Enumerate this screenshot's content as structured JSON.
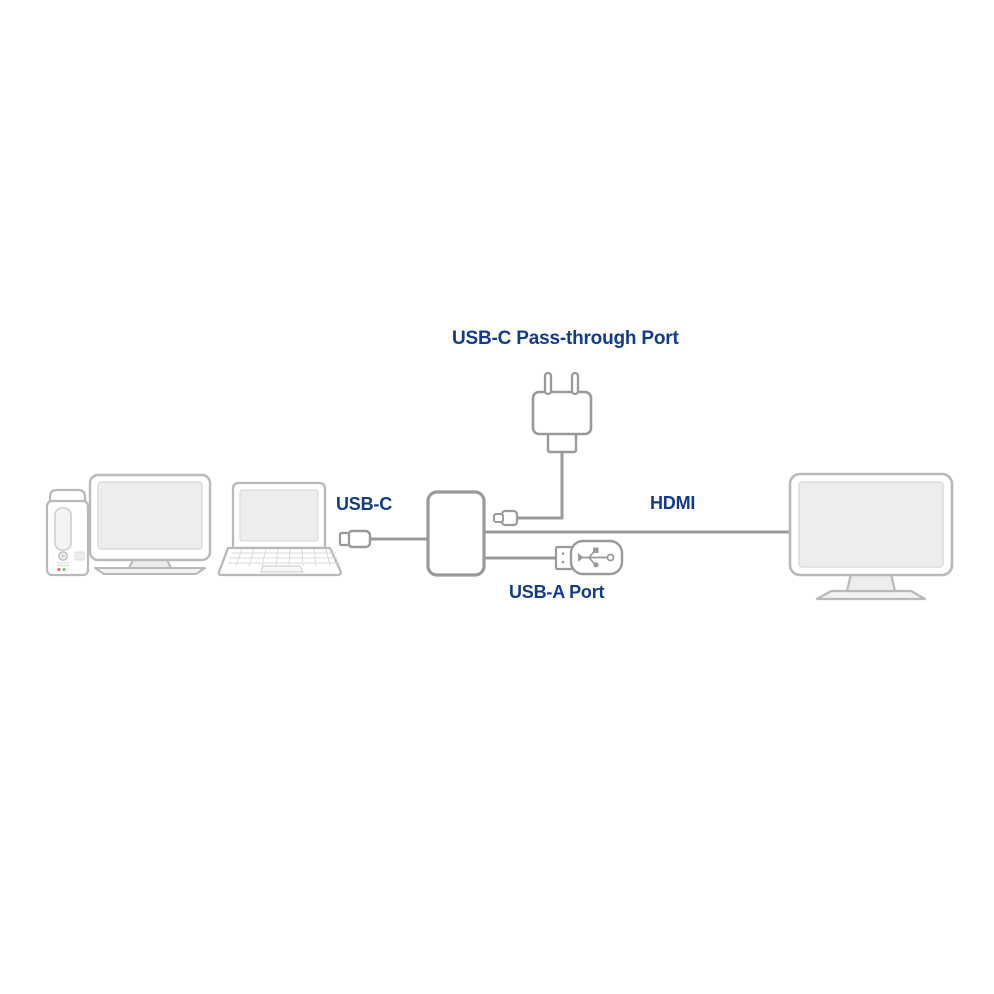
{
  "diagram": {
    "title": "USB-C hub connection diagram",
    "background_color": "#ffffff",
    "label_color": "#123c8c",
    "line_color": "#9a9a9a",
    "device_fill": "#ffffff",
    "screen_fill": "#ededed",
    "labels": {
      "passthrough": "USB-C Pass-through Port",
      "usbc": "USB-C",
      "usba": "USB-A Port",
      "hdmi": "HDMI"
    },
    "devices": [
      {
        "name": "desktop-tower",
        "label": "Desktop PC tower"
      },
      {
        "name": "desktop-monitor",
        "label": "Desktop monitor"
      },
      {
        "name": "laptop",
        "label": "Laptop computer"
      },
      {
        "name": "usb-c-hub",
        "label": "USB-C hub"
      },
      {
        "name": "power-adapter",
        "label": "Wall power adapter"
      },
      {
        "name": "usb-flash-drive",
        "label": "USB flash drive"
      },
      {
        "name": "external-display",
        "label": "External display"
      }
    ],
    "connections": [
      {
        "name": "usb-c-cable",
        "from": "laptop",
        "to": "usb-c-hub",
        "label": "USB-C"
      },
      {
        "name": "passthrough-cable",
        "from": "usb-c-hub",
        "to": "power-adapter",
        "label": "USB-C Pass-through Port"
      },
      {
        "name": "hdmi-cable",
        "from": "usb-c-hub",
        "to": "external-display",
        "label": "HDMI"
      },
      {
        "name": "usb-a-cable",
        "from": "usb-c-hub",
        "to": "usb-flash-drive",
        "label": "USB-A Port"
      }
    ]
  }
}
